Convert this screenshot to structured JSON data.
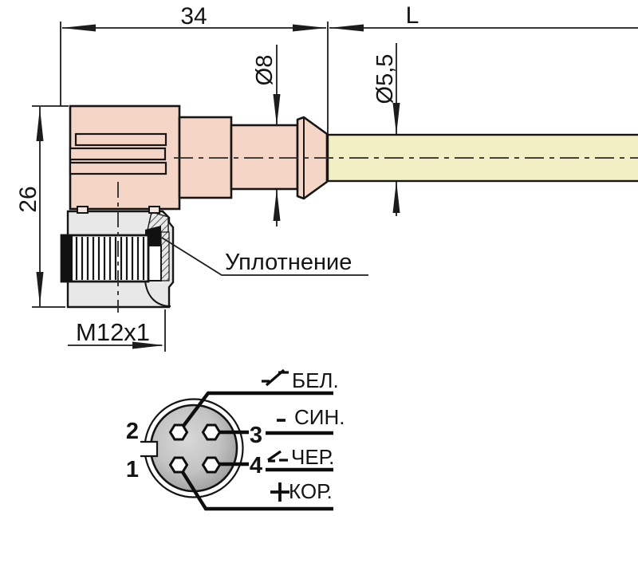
{
  "side_view": {
    "dim_width": "34",
    "dim_cable_length": "L",
    "dim_neck_diameter": "Ø8",
    "dim_cable_diameter": "Ø5,5",
    "dim_height": "26",
    "thread_label": "M12x1",
    "seal_label": "Уплотнение"
  },
  "pinout": {
    "pin_labels": {
      "pin1": "1",
      "pin2": "2",
      "pin3": "3",
      "pin4": "4"
    },
    "wires": [
      {
        "pin": "2",
        "label": "БЕЛ.",
        "symbol": "switch-contact"
      },
      {
        "pin": "3",
        "label": "СИН.",
        "symbol": "minus"
      },
      {
        "pin": "4",
        "label": "ЧЕР.",
        "symbol": "switch-contact-minus"
      },
      {
        "pin": "1",
        "label": "КОР.",
        "symbol": "plus"
      }
    ]
  },
  "colors": {
    "connector_body": "#f5d6c6",
    "cable": "#f3efc5",
    "nut": "#e8e8e8",
    "pin_face_dark": "#909090",
    "pin_face_light": "#d8d8d8",
    "line": "#161616"
  }
}
